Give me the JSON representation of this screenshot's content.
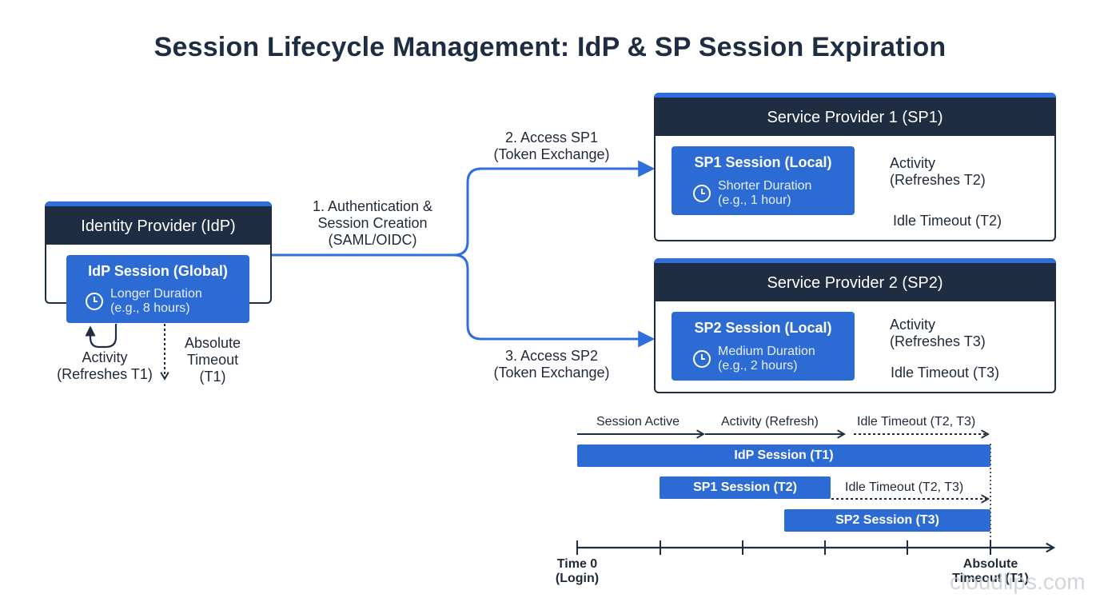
{
  "title": "Session Lifecycle Management: IdP & SP Session Expiration",
  "idp": {
    "header": "Identity Provider (IdP)",
    "session_title": "IdP Session (Global)",
    "duration_line1": "Longer Duration",
    "duration_line2": "(e.g., 8 hours)",
    "activity_line1": "Activity",
    "activity_line2": "(Refreshes T1)",
    "absolute_line1": "Absolute",
    "absolute_line2": "Timeout",
    "absolute_line3": "(T1)"
  },
  "flow": {
    "auth_line1": "1. Authentication &",
    "auth_line2": "Session Creation",
    "auth_line3": "(SAML/OIDC)",
    "sp1_line1": "2. Access SP1",
    "sp1_line2": "(Token Exchange)",
    "sp2_line1": "3. Access SP2",
    "sp2_line2": "(Token Exchange)"
  },
  "sp1": {
    "header": "Service Provider 1 (SP1)",
    "session_title": "SP1 Session (Local)",
    "duration_line1": "Shorter Duration",
    "duration_line2": "(e.g., 1 hour)",
    "activity_line1": "Activity",
    "activity_line2": "(Refreshes T2)",
    "idle": "Idle Timeout (T2)"
  },
  "sp2": {
    "header": "Service Provider 2 (SP2)",
    "session_title": "SP2 Session (Local)",
    "duration_line1": "Medium Duration",
    "duration_line2": "(e.g., 2 hours)",
    "activity_line1": "Activity",
    "activity_line2": "(Refreshes T3)",
    "idle": "Idle Timeout (T3)"
  },
  "timeline": {
    "phase_active": "Session Active",
    "phase_activity": "Activity (Refresh)",
    "phase_idle": "Idle Timeout (T2, T3)",
    "bar_idp": "IdP Session (T1)",
    "bar_sp1": "SP1 Session (T2)",
    "bar_sp1_idle": "Idle Timeout (T2, T3)",
    "bar_sp2": "SP2 Session (T3)",
    "start_line1": "Time 0",
    "start_line2": "(Login)",
    "end_line1": "Absolute",
    "end_line2": "Timeout (T1)"
  },
  "watermark": "cloudlips.com",
  "colors": {
    "navy": "#1f2d42",
    "blue": "#2d6bd4",
    "accent": "#2f6fdc"
  }
}
